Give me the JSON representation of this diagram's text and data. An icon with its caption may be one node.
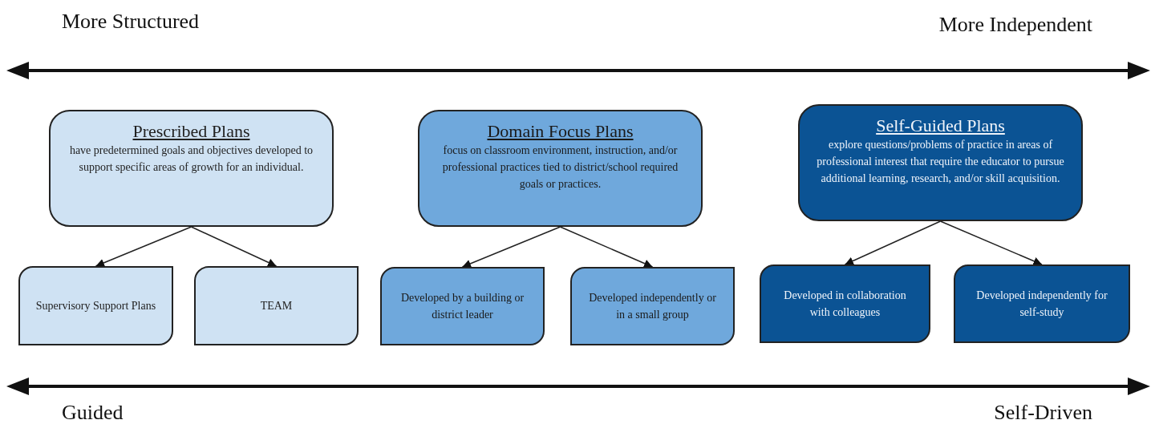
{
  "diagram": {
    "nodes": [
      {
        "text": [
          "Prescribed Plans",
          "have predetermined goals and objectives developed to support specific areas of growth for an individual."
        ]
      },
      {
        "text": [
          "Supervisory Support Plans"
        ]
      },
      {
        "text": [
          "TEAM"
        ]
      },
      {
        "text": [
          "Domain Focus Plans",
          "focus on classroom environment, instruction, and/or professional practices tied to district/school required goals or practices."
        ]
      },
      {
        "text": [
          "Developed by a building or district leader"
        ]
      },
      {
        "text": [
          "Developed independently or in a small group"
        ]
      },
      {
        "text": [
          "Self-Guided Plans",
          "explore questions/problems of practice in areas of professional interest that require the educator to pursue additional learning, research, and/or skill acquisition."
        ]
      },
      {
        "text": [
          "Developed in collaboration with colleagues"
        ]
      },
      {
        "text": [
          "Developed independently for self-study"
        ]
      }
    ],
    "edges": [
      {
        "from": 0,
        "to": 1,
        "arrow": "to"
      },
      {
        "from": 0,
        "to": 2,
        "arrow": "to"
      },
      {
        "from": 3,
        "to": 4,
        "arrow": "to"
      },
      {
        "from": 3,
        "to": 5,
        "arrow": "to"
      },
      {
        "from": 6,
        "to": 7,
        "arrow": "to"
      },
      {
        "from": 6,
        "to": 8,
        "arrow": "to"
      }
    ],
    "labels": [
      "More Structured",
      "More Independent",
      "Guided",
      "Self-Driven"
    ]
  }
}
